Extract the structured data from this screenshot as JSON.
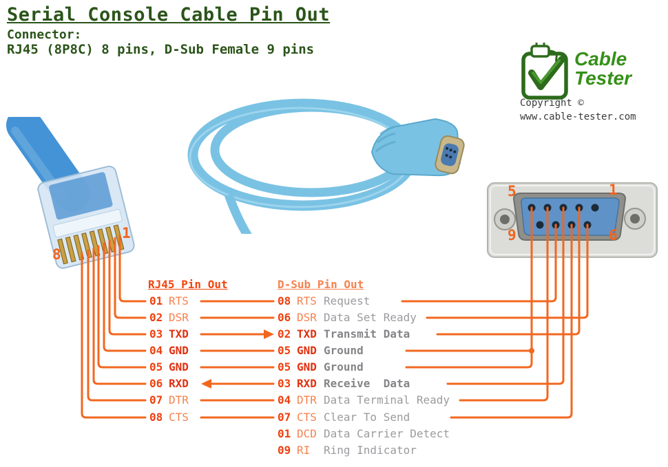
{
  "header": {
    "title": "Serial Console Cable Pin Out",
    "subtitle_line1": "Connector:",
    "subtitle_line2": "RJ45 (8P8C) 8 pins, D-Sub Female 9 pins"
  },
  "logo": {
    "name_line1": "Cable",
    "name_line2": "Tester",
    "copyright_line1": "Copyright ©",
    "copyright_line2": "www.cable-tester.com"
  },
  "rj45_labels": {
    "pin1": "1",
    "pin8": "8"
  },
  "dsub_labels": {
    "pin5": "5",
    "pin1": "1",
    "pin9": "9",
    "pin6": "6"
  },
  "table": {
    "rj45_header": "RJ45 Pin Out",
    "dsub_header": "D-Sub Pin Out",
    "rows": [
      {
        "rj_pin": "01",
        "rj_signal": "RTS",
        "dsub_pin": "08",
        "dsub_signal": "RTS",
        "description": "Request",
        "emphasis": false,
        "direction": "none"
      },
      {
        "rj_pin": "02",
        "rj_signal": "DSR",
        "dsub_pin": "06",
        "dsub_signal": "DSR",
        "description": "Data Set Ready",
        "emphasis": false,
        "direction": "none"
      },
      {
        "rj_pin": "03",
        "rj_signal": "TXD",
        "dsub_pin": "02",
        "dsub_signal": "TXD",
        "description": "Transmit Data",
        "emphasis": true,
        "direction": "rj45-to-dsub"
      },
      {
        "rj_pin": "04",
        "rj_signal": "GND",
        "dsub_pin": "05",
        "dsub_signal": "GND",
        "description": "Ground",
        "emphasis": true,
        "direction": "none"
      },
      {
        "rj_pin": "05",
        "rj_signal": "GND",
        "dsub_pin": "05",
        "dsub_signal": "GND",
        "description": "Ground",
        "emphasis": true,
        "direction": "none"
      },
      {
        "rj_pin": "06",
        "rj_signal": "RXD",
        "dsub_pin": "03",
        "dsub_signal": "RXD",
        "description": "Receive  Data",
        "emphasis": true,
        "direction": "dsub-to-rj45"
      },
      {
        "rj_pin": "07",
        "rj_signal": "DTR",
        "dsub_pin": "04",
        "dsub_signal": "DTR",
        "description": "Data Terminal Ready",
        "emphasis": false,
        "direction": "none"
      },
      {
        "rj_pin": "08",
        "rj_signal": "CTS",
        "dsub_pin": "07",
        "dsub_signal": "CTS",
        "description": "Clear To Send",
        "emphasis": false,
        "direction": "none"
      },
      {
        "rj_pin": "",
        "rj_signal": "",
        "dsub_pin": "01",
        "dsub_signal": "DCD",
        "description": "Data Carrier Detect",
        "emphasis": false,
        "direction": "none"
      },
      {
        "rj_pin": "",
        "rj_signal": "",
        "dsub_pin": "09",
        "dsub_signal": "RI",
        "description": "Ring Indicator",
        "emphasis": false,
        "direction": "none"
      }
    ]
  },
  "colors": {
    "title_green": "#2b541a",
    "logo_green": "#359018",
    "wire_orange": "#f2671f",
    "pin_number_orange": "#ee4110",
    "signal_light_orange": "#f5824e",
    "signal_bold_red": "#e03110",
    "description_gray": "#9b9b9f",
    "cable_blue": "#7ac2e4",
    "rj45_cable_blue": "#4493d6",
    "dsub_insert_blue": "#5f93c8"
  }
}
